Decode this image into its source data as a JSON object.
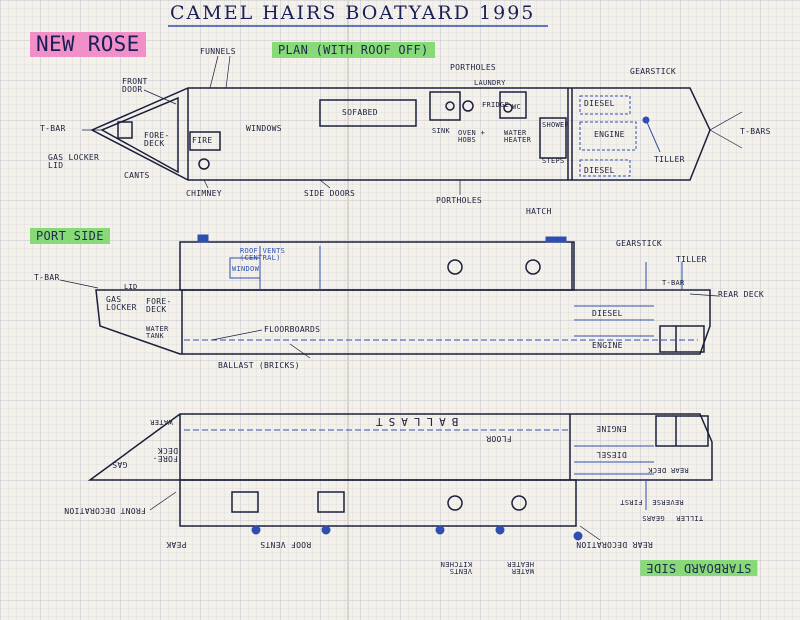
{
  "title": "CAMEL HAIRS BOATYARD 1995",
  "boat_name": "NEW ROSE",
  "sections": {
    "plan": "PLAN (WITH ROOF OFF)",
    "port": "PORT SIDE",
    "starboard": "STARBOARD SIDE"
  },
  "plan_labels": {
    "funnels": "FUNNELS",
    "front_door": "FRONT DOOR",
    "t_bar": "T-BAR",
    "fore_deck": "FORE-DECK",
    "gas_locker_lid": "GAS LOCKER LID",
    "cants": "CANTS",
    "fire": "FIRE",
    "windows": "WINDOWS",
    "sofabed": "SOFABED",
    "portholes_top": "PORTHOLES",
    "laundry": "LAUNDRY",
    "fridge": "FRIDGE",
    "wc": "WC",
    "sink": "SINK",
    "oven_hobs": "OVEN + HOBS",
    "water_heater": "WATER HEATER",
    "shower": "SHOWER",
    "steps": "STEPS",
    "diesel": "DIESEL",
    "engine": "ENGINE",
    "gearstick": "GEARSTICK",
    "tiller": "TILLER",
    "t_bars": "T-BARS",
    "chimney": "CHIMNEY",
    "side_doors": "SIDE DOORS",
    "portholes": "PORTHOLES",
    "hatch": "HATCH"
  },
  "port_labels": {
    "t_bar": "T-BAR",
    "lid": "LID",
    "gas_locker": "GAS LOCKER",
    "fore_deck": "FORE-DECK",
    "water_tank": "WATER TANK",
    "roof_vents": "ROOF VENTS (CENTRAL)",
    "window": "WINDOW",
    "floorboards": "FLOORBOARDS",
    "ballast": "BALLAST (BRICKS)",
    "gearstick": "GEARSTICK",
    "tiller": "TILLER",
    "t_bar_rear": "T-BAR",
    "rear_deck": "REAR DECK",
    "diesel": "DIESEL",
    "engine": "ENGINE"
  },
  "starboard_labels": {
    "water": "WATER",
    "fore_deck": "FORE-DECK",
    "gas": "GAS",
    "ballast": "BALLAST",
    "floor": "FLOOR",
    "engine": "ENGINE",
    "diesel": "DIESEL",
    "rear_deck": "REAR DECK",
    "reverse": "REVERSE",
    "first": "FIRST",
    "gears": "GEARS",
    "tiller": "TILLER",
    "front_decoration": "FRONT DECORATION",
    "peak": "PEAK",
    "roof_vents": "ROOF VENTS",
    "vents_kitchen": "VENTS KITCHEN",
    "water_heater": "WATER HEATER",
    "rear_decoration": "REAR DECORATION"
  }
}
